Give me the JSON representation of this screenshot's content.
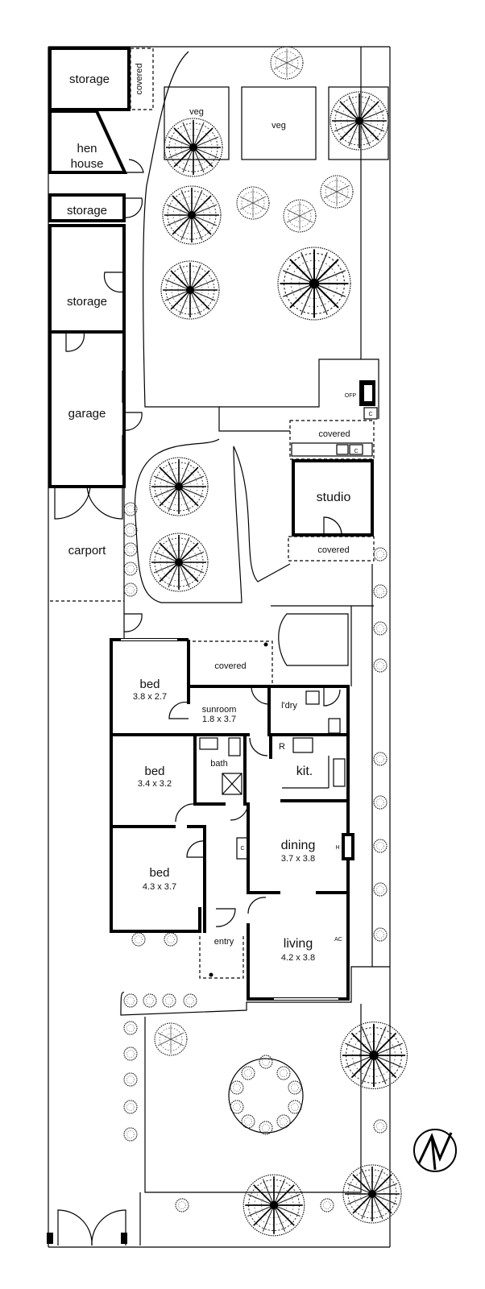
{
  "rooms": {
    "storage_top": "storage",
    "covered_top": "covered",
    "hen_house_1": "hen",
    "hen_house_2": "house",
    "storage_mid": "storage",
    "storage_low": "storage",
    "garage": "garage",
    "carport": "carport",
    "veg_1": "veg",
    "veg_2": "veg",
    "ofp": "OFP",
    "cupboard_ofp": "C",
    "covered_studio_top": "covered",
    "cupboard_studio": "C",
    "studio": "studio",
    "covered_studio_bottom": "covered",
    "covered_house": "covered",
    "bed1": "bed",
    "bed1_size": "3.8 x 2.7",
    "sunroom": "sunroom",
    "sunroom_size": "1.8 x 3.7",
    "laundry": "l'dry",
    "fridge": "R",
    "kitchen": "kit.",
    "bath": "bath",
    "bed2": "bed",
    "bed2_size": "3.4 x 3.2",
    "cupboard_hall": "C",
    "dining": "dining",
    "dining_size": "3.7 x 3.8",
    "heater": "H",
    "bed3": "bed",
    "bed3_size": "4.3 x 3.7",
    "entry": "entry",
    "living": "living",
    "living_size": "4.2 x 3.8",
    "aircon": "AC"
  },
  "colors": {
    "ink": "#000000",
    "paper": "#ffffff",
    "foliage": "#444444"
  }
}
